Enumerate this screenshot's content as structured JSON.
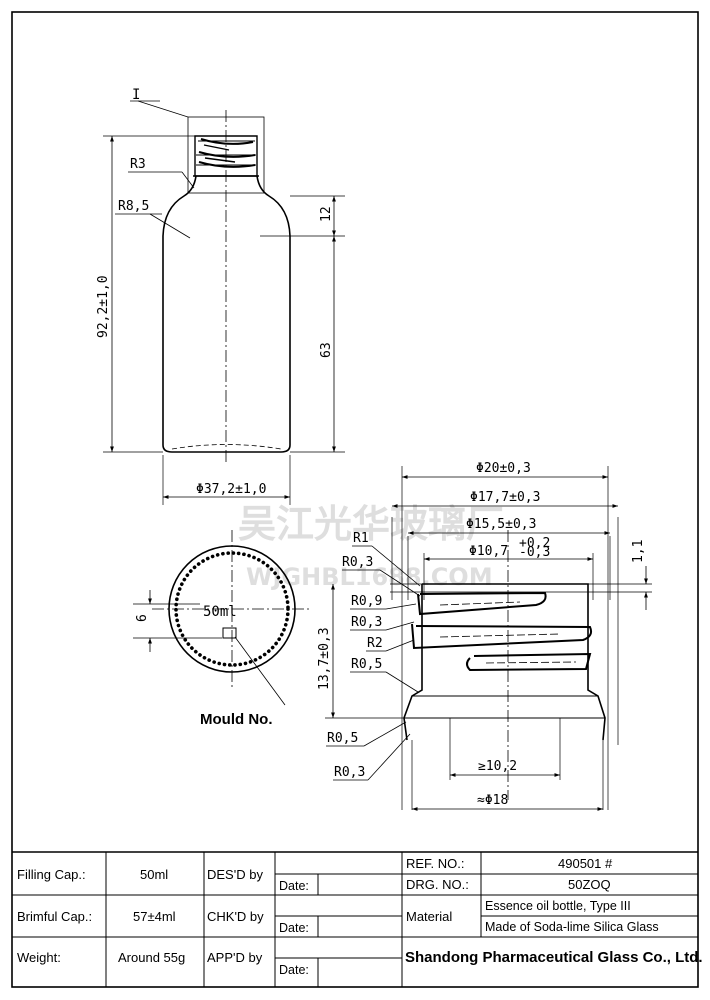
{
  "drawing": {
    "detail_label": "I",
    "radius_r3": "R3",
    "radius_r85": "R8,5",
    "dim_height_total": "92,2±1,0",
    "dim_shoulder": "12",
    "dim_body": "63",
    "dim_body_diameter": "Φ37,2±1,0",
    "bottom_capacity": "50ml",
    "dim_bottom_6": "6",
    "mould_label": "Mould No.",
    "finish": {
      "dim_d20": "Φ20±0,3",
      "dim_d177": "Φ17,7±0,3",
      "dim_d155": "Φ15,5±0,3",
      "dim_d107_base": "Φ10,7",
      "dim_d107_upper": "+0,2",
      "dim_d107_lower": "-0,3",
      "dim_11": "1,1",
      "dim_height": "13,7±0,3",
      "dim_bore": "≥10,2",
      "dim_d18": "≈Φ18",
      "r1": "R1",
      "r03a": "R0,3",
      "r09": "R0,9",
      "r03b": "R0,3",
      "r2": "R2",
      "r05a": "R0,5",
      "r05b": "R0,5",
      "r03c": "R0,3"
    },
    "watermark_cn": "吴江光华玻璃厂",
    "watermark_en": "WJGHBL1688.COM"
  },
  "title_block": {
    "filling_cap_label": "Filling Cap.:",
    "filling_cap_value": "50ml",
    "brimful_cap_label": "Brimful Cap.:",
    "brimful_cap_value": "57±4ml",
    "weight_label": "Weight:",
    "weight_value": "Around 55g",
    "des_by": "DES'D by",
    "chk_by": "CHK'D by",
    "app_by": "APP'D by",
    "date_label": "Date:",
    "ref_no_label": "REF. NO.:",
    "ref_no_value": "490501 #",
    "drg_no_label": "DRG. NO.:",
    "drg_no_value": "50ZOQ",
    "material_label": "Material",
    "product_name": "Essence oil bottle, Type III",
    "material_value": "Made of Soda-lime Silica Glass",
    "company": "Shandong Pharmaceutical Glass Co., Ltd."
  }
}
